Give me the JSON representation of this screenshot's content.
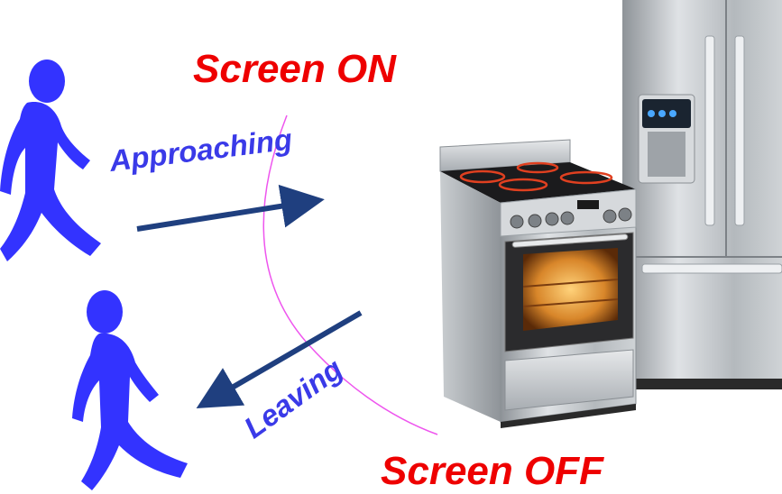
{
  "labels": {
    "screen_on": "Screen ON",
    "screen_off": "Screen OFF",
    "approaching": "Approaching",
    "leaving": "Leaving"
  },
  "colors": {
    "screen_on_text": "#ee0000",
    "screen_off_text": "#ee0000",
    "motion_text": "#3a3ae8",
    "person": "#3333ff",
    "arrow": "#1f3f7f",
    "detection_arc": "#ee55ee",
    "stainless": "#b8bcc0",
    "oven_glow": "#e8a040",
    "cooktop_burner": "#e04020"
  },
  "icons": {
    "person_top": "walking-person-icon",
    "person_bottom": "walking-person-icon",
    "appliances": "stove-and-refrigerator"
  }
}
